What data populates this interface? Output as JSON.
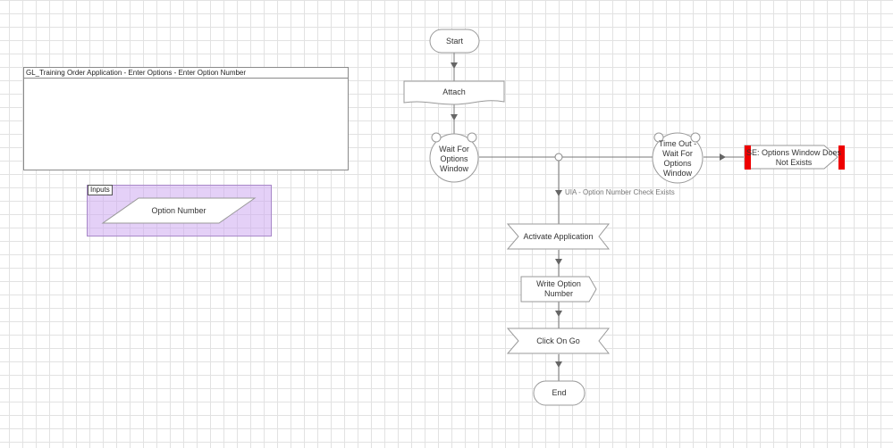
{
  "page": {
    "title": "GL_Training Order Application - Enter Options - Enter Option Number"
  },
  "inputs": {
    "label": "Inputs",
    "items": [
      {
        "label": "Option Number"
      }
    ]
  },
  "flow": {
    "start": "Start",
    "attach": "Attach",
    "wait": "Wait For Options Window",
    "timeout": "Time Out - Wait For Options Window",
    "exception": "SE: Options Window Does Not Exists",
    "condition": "UIA - Option Number Check Exists",
    "activate": "Activate Application",
    "write": "Write Option Number",
    "click": "Click On Go",
    "end": "End"
  },
  "colors": {
    "grid": "#e2e2e2",
    "stroke": "#8a8a8a",
    "exception_accent": "#ee0000",
    "inputs_fill": "#e4d3f7"
  }
}
